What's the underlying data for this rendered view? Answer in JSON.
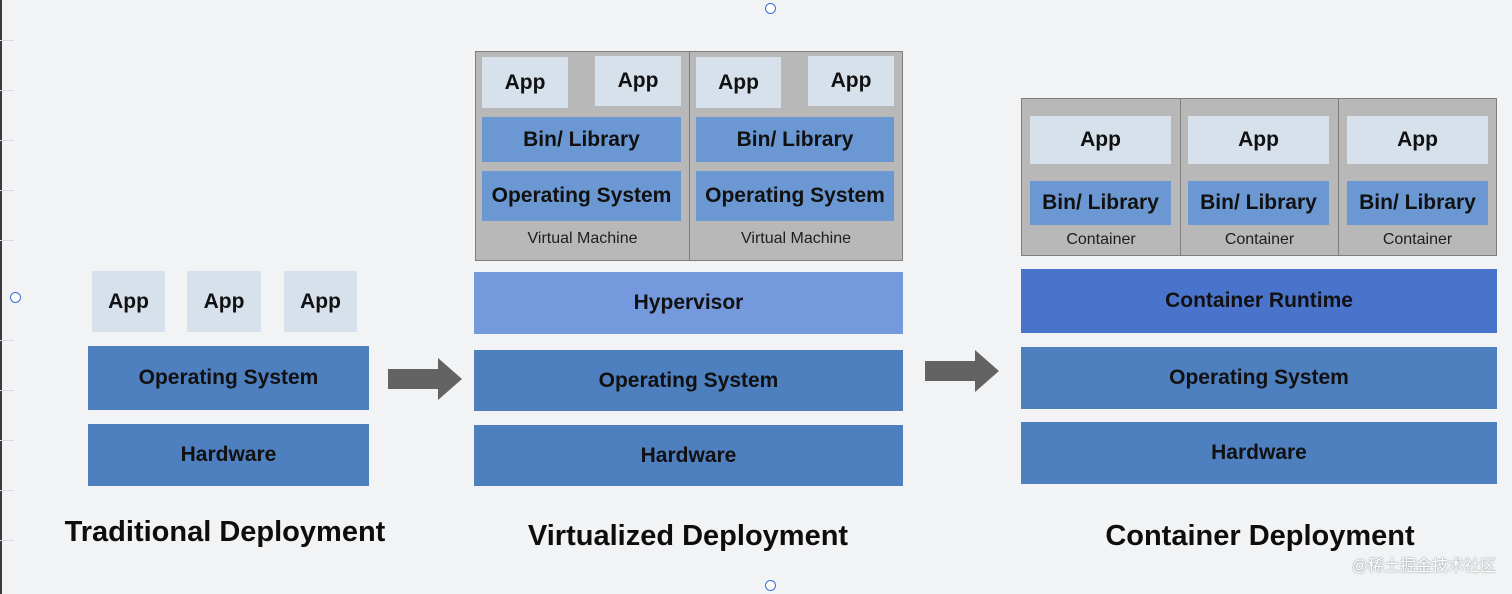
{
  "labels": {
    "app": "App",
    "os": "Operating System",
    "hardware": "Hardware",
    "bin_library": "Bin/ Library",
    "hypervisor": "Hypervisor",
    "container_runtime": "Container Runtime",
    "virtual_machine": "Virtual Machine",
    "container": "Container"
  },
  "titles": {
    "traditional": "Traditional Deployment",
    "virtualized": "Virtualized Deployment",
    "container": "Container Deployment"
  },
  "watermark": "@稀土掘金技术社区",
  "colors": {
    "app": "#d6e1ec",
    "base_layer": "#4e7fbf",
    "library": "#6b98d2",
    "hypervisor": "#7499dc",
    "runtime": "#4a73cb",
    "vm_frame": "#b8b8b8",
    "arrow": "#636363"
  }
}
